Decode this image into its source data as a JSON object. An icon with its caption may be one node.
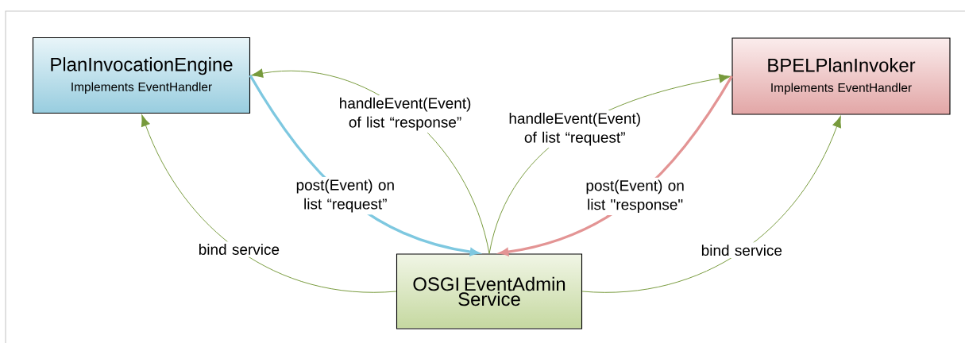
{
  "diagram": {
    "nodes": [
      {
        "text": [
          "PlanInvocationEngine",
          "Implements EventHandler"
        ]
      },
      {
        "text": [
          "BPELPlanInvoker",
          "Implements EventHandler"
        ]
      },
      {
        "text": [
          "OSGI EventAdmin Service"
        ]
      }
    ],
    "edges": [
      {
        "from": 2,
        "to": 0,
        "arrow": "to",
        "label": "bind service"
      },
      {
        "from": 2,
        "to": 0,
        "arrow": "to",
        "label": "handleEvent(Event) of list “response”"
      },
      {
        "from": 0,
        "to": 2,
        "arrow": "to",
        "label": "post(Event) on list “request”",
        "style": "thick",
        "color": "#7ec8e0"
      },
      {
        "from": 2,
        "to": 1,
        "arrow": "to",
        "label": "handleEvent(Event) of list “request”"
      },
      {
        "from": 1,
        "to": 2,
        "arrow": "to",
        "label": "post(Event) on list \"response\"",
        "style": "thick",
        "color": "#e39494"
      },
      {
        "from": 2,
        "to": 1,
        "arrow": "to",
        "label": "bind service"
      }
    ]
  }
}
